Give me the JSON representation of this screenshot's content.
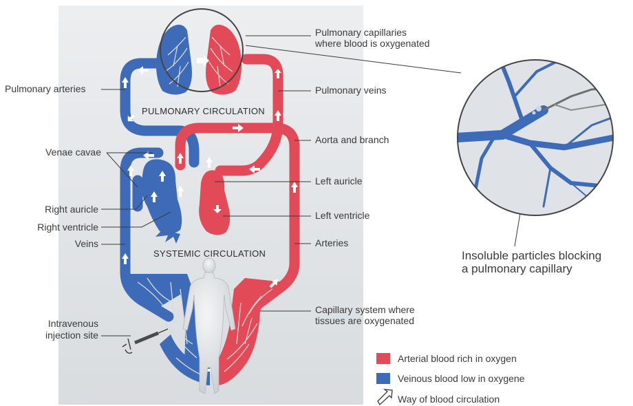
{
  "colors": {
    "arterial": "#e24a57",
    "venous": "#3e6bb8",
    "background": "#e4e6e9",
    "line": "#3a3a3a"
  },
  "circulation_titles": {
    "pulmonary": "PULMONARY CIRCULATION",
    "systemic": "SYSTEMIC CIRCULATION"
  },
  "labels_left": {
    "pulmonary_arteries": "Pulmonary arteries",
    "venae_cavae": "Venae cavae",
    "right_auricle": "Right auricle",
    "right_ventricle": "Right ventricle",
    "veins": "Veins",
    "injection_line1": "Intravenous",
    "injection_line2": "injection site"
  },
  "labels_right": {
    "pulm_cap_line1": "Pulmonary capillaries",
    "pulm_cap_line2": "where blood is oxygenated",
    "pulmonary_veins": "Pulmonary veins",
    "aorta": "Aorta and branch",
    "left_auricle": "Left auricle",
    "left_ventricle": "Left ventricle",
    "arteries": "Arteries",
    "cap_sys_line1": "Capillary system where",
    "cap_sys_line2": "tissues are oxygenated"
  },
  "callout": {
    "line1": "Insoluble particles blocking",
    "line2": "a pulmonary capillary"
  },
  "legend": {
    "arterial": "Arterial blood rich in oxygen",
    "venous": "Veinous blood low in oxygene",
    "direction": "Way of blood circulation"
  },
  "icons": {
    "direction": "hollow-arrow-icon",
    "syringe": "syringe-icon",
    "body": "human-figure-icon"
  }
}
